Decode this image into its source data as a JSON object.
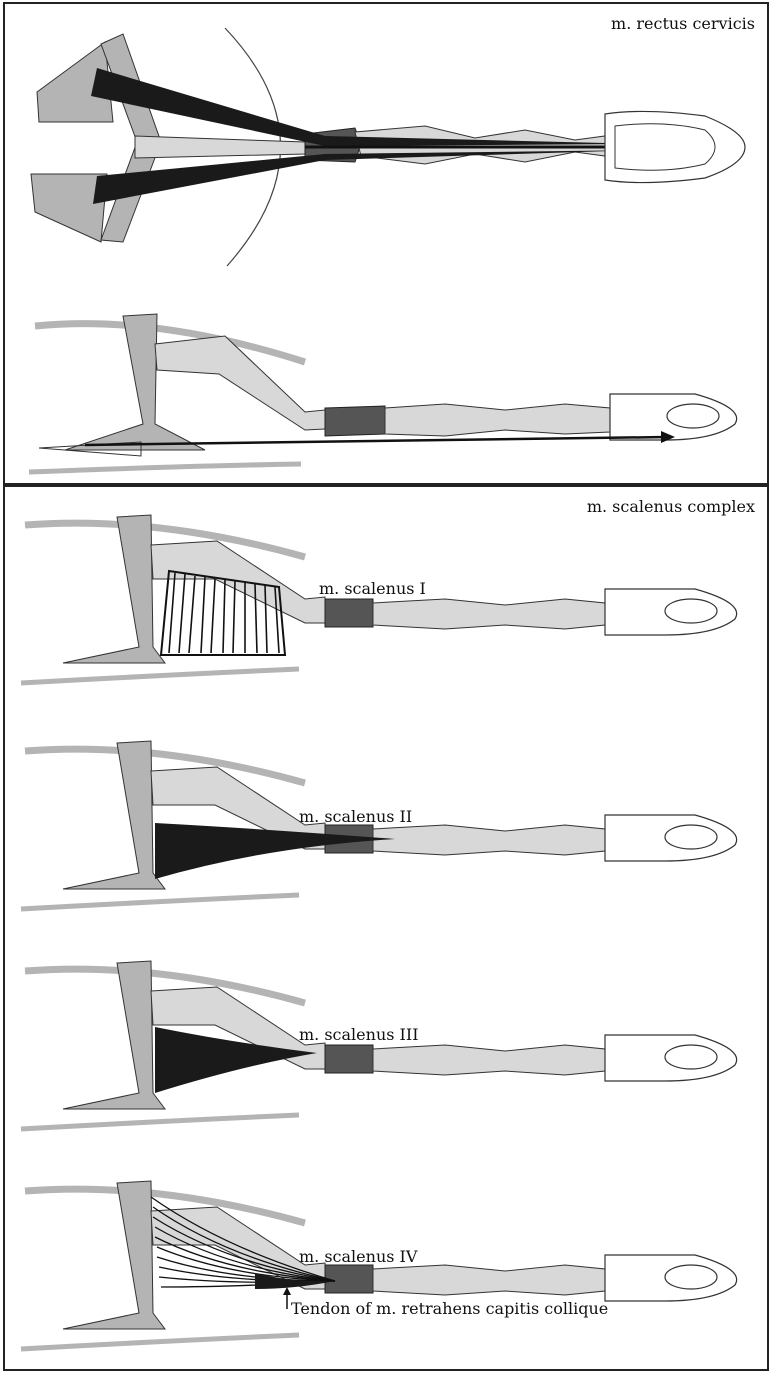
{
  "panels": [
    {
      "title": "m. rectus cervicis"
    },
    {
      "title": "m. scalenus complex",
      "labels": {
        "scalenus_1": "m. scalenus I",
        "scalenus_2": "m. scalenus II",
        "scalenus_3": "m. scalenus III",
        "scalenus_4": "m. scalenus IV",
        "tendon": "Tendon of m. retrahens capitis collique"
      }
    }
  ],
  "colors": {
    "bone": "#b4b4b4",
    "vertebra_light": "#d8d8d8",
    "vertebra_dark": "#555555",
    "muscle": "#1a1a1a",
    "outline": "#333333"
  }
}
